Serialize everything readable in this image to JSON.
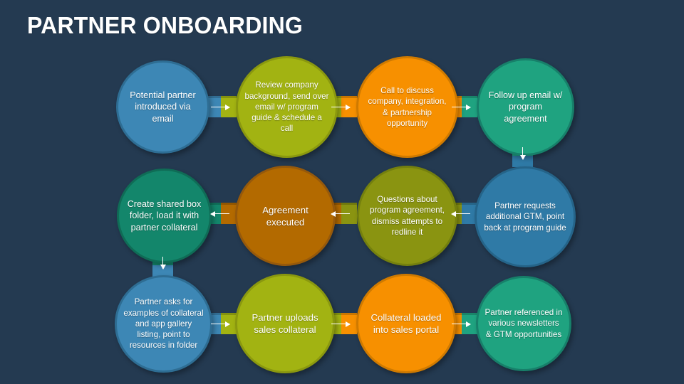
{
  "slide": {
    "title": "PARTNER ONBOARDING",
    "background_color": "#243a51"
  },
  "palette": {
    "blue": "#3d87b5",
    "blue_dark": "#2e6d93",
    "lime": "#a2b312",
    "lime_dark": "#8a980f",
    "orange": "#f79000",
    "orange_dark": "#cf7a00",
    "teal": "#1fa380",
    "teal_dark": "#17806a",
    "green": "#13866b",
    "green_dark": "#0f6c56",
    "olive": "#8a9411",
    "olive_dark": "#74800e",
    "amber": "#b36a00",
    "amber_dark": "#96590b",
    "steel": "#2f7aa6",
    "steel_dark": "#256489",
    "arrow": "#ffffff",
    "text": "#ffffff"
  },
  "nodes": [
    {
      "id": "n1",
      "row": 1,
      "col": 1,
      "label": "Potential partner introduced via email",
      "fill": "#3d87b5",
      "stroke": "#2e6d93"
    },
    {
      "id": "n2",
      "row": 1,
      "col": 2,
      "label": "Review company background, send over email w/ program guide & schedule a call",
      "fill": "#a2b312",
      "stroke": "#8a980f"
    },
    {
      "id": "n3",
      "row": 1,
      "col": 3,
      "label": "Call to discuss company, integration, & partnership opportunity",
      "fill": "#f79000",
      "stroke": "#cf7a00"
    },
    {
      "id": "n4",
      "row": 1,
      "col": 4,
      "label": "Follow up email w/ program agreement",
      "fill": "#1fa380",
      "stroke": "#17806a"
    },
    {
      "id": "n5",
      "row": 2,
      "col": 4,
      "label": "Partner requests additional GTM, point back at program guide",
      "fill": "#2f7aa6",
      "stroke": "#256489"
    },
    {
      "id": "n6",
      "row": 2,
      "col": 3,
      "label": "Questions about program agreement, dismiss attempts to redline it",
      "fill": "#8a9411",
      "stroke": "#74800e"
    },
    {
      "id": "n7",
      "row": 2,
      "col": 2,
      "label": "Agreement executed",
      "fill": "#b36a00",
      "stroke": "#96590b"
    },
    {
      "id": "n8",
      "row": 2,
      "col": 1,
      "label": "Create shared box folder, load it with partner collateral",
      "fill": "#13866b",
      "stroke": "#0f6c56"
    },
    {
      "id": "n9",
      "row": 3,
      "col": 1,
      "label": "Partner asks for examples of collateral and app gallery listing, point to resources in folder",
      "fill": "#3d87b5",
      "stroke": "#2e6d93"
    },
    {
      "id": "n10",
      "row": 3,
      "col": 2,
      "label": "Partner uploads sales collateral",
      "fill": "#a2b312",
      "stroke": "#8a980f"
    },
    {
      "id": "n11",
      "row": 3,
      "col": 3,
      "label": "Collateral loaded into sales portal",
      "fill": "#f79000",
      "stroke": "#cf7a00"
    },
    {
      "id": "n12",
      "row": 3,
      "col": 4,
      "label": "Partner referenced in various newsletters & GTM opportunities",
      "fill": "#1fa380",
      "stroke": "#17806a"
    }
  ],
  "connectors": [
    {
      "id": "c1",
      "from": "n1",
      "to": "n2",
      "direction": "right"
    },
    {
      "id": "c2",
      "from": "n2",
      "to": "n3",
      "direction": "right"
    },
    {
      "id": "c3",
      "from": "n3",
      "to": "n4",
      "direction": "right"
    },
    {
      "id": "c4",
      "from": "n4",
      "to": "n5",
      "direction": "down"
    },
    {
      "id": "c5",
      "from": "n5",
      "to": "n6",
      "direction": "left"
    },
    {
      "id": "c6",
      "from": "n6",
      "to": "n7",
      "direction": "left"
    },
    {
      "id": "c7",
      "from": "n7",
      "to": "n8",
      "direction": "left"
    },
    {
      "id": "c8",
      "from": "n8",
      "to": "n9",
      "direction": "down"
    },
    {
      "id": "c9",
      "from": "n9",
      "to": "n10",
      "direction": "right"
    },
    {
      "id": "c10",
      "from": "n10",
      "to": "n11",
      "direction": "right"
    },
    {
      "id": "c11",
      "from": "n11",
      "to": "n12",
      "direction": "right"
    }
  ]
}
